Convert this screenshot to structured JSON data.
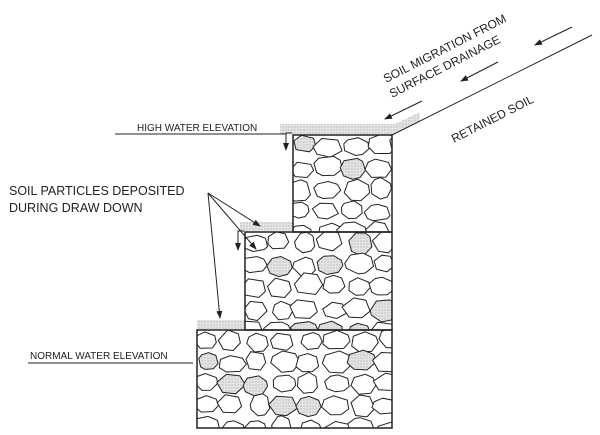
{
  "labels": {
    "soil_migration_line1": "SOIL MIGRATION FROM",
    "soil_migration_line2": "SURFACE DRAINAGE",
    "retained_soil": "RETAINED SOIL",
    "high_water": "HIGH WATER ELEVATION",
    "normal_water": "NORMAL WATER ELEVATION",
    "soil_particles_line1": "SOIL PARTICLES DEPOSITED",
    "soil_particles_line2": "DURING DRAW DOWN"
  },
  "colors": {
    "line": "#222222",
    "sediment": "#d4d4d4"
  }
}
